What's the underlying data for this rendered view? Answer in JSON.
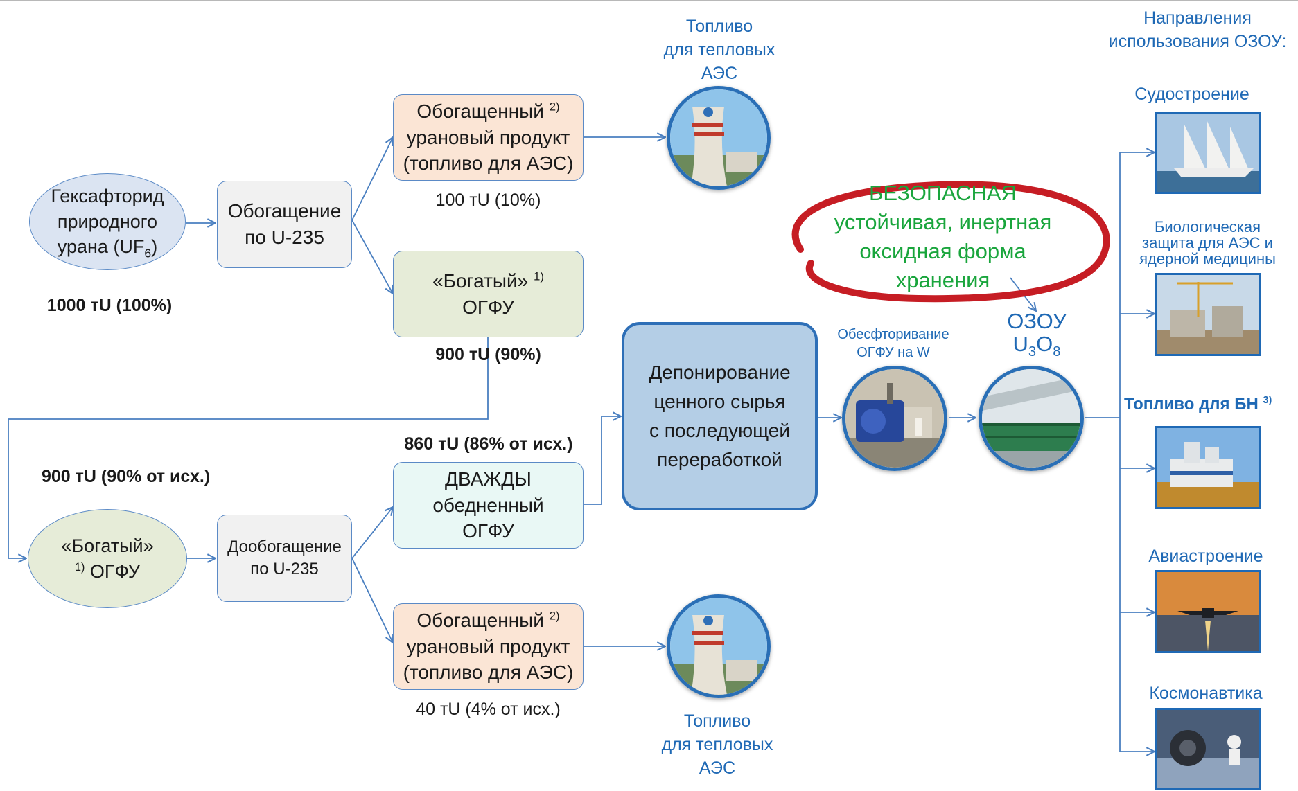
{
  "header": {
    "directions_title": "Направления использования ОЗОУ:"
  },
  "source": {
    "line1": "Гексафторид",
    "line2": "природного",
    "line3": "урана (UF",
    "sub": "6",
    "close": ")",
    "amount": "1000 тU  (100%)"
  },
  "enrich1": {
    "line1": "Обогащение",
    "line2": "по U-235"
  },
  "product1": {
    "line1": "Обогащенный",
    "sup": "2)",
    "line2": "урановый продукт",
    "line3": "(топливо для АЭС)",
    "amount": "100 тU (10%)"
  },
  "rich1": {
    "line1": "«Богатый»",
    "sup": "1)",
    "line2": "ОГФУ",
    "amount": "900 тU  (90%)"
  },
  "fuel_top": {
    "line1": "Топливо",
    "line2": "для тепловых",
    "line3": "АЭС"
  },
  "rich2": {
    "line1": "«Богатый»",
    "sup": "1)",
    "line2": "ОГФУ",
    "amount": "900 тU (90% от исх.)"
  },
  "enrich2": {
    "line1": "Дообогащение",
    "line2": "по U-235"
  },
  "depleted": {
    "line1": "ДВАЖДЫ",
    "line2": "обедненный",
    "line3": "ОГФУ",
    "amount": "860 тU (86% от исх.)"
  },
  "product2": {
    "line1": "Обогащенный",
    "sup": "2)",
    "line2": "урановый продукт",
    "line3": "(топливо для АЭС)",
    "amount": "40 тU (4% от исх.)"
  },
  "fuel_bottom": {
    "line1": "Топливо",
    "line2": "для тепловых",
    "line3": "АЭС"
  },
  "deposit": {
    "line1": "Депонирование",
    "line2": "ценного сырья",
    "line3": "с последующей",
    "line4": "переработкой"
  },
  "defluor": {
    "line1": "Обесфторивание",
    "line2": "ОГФУ на W"
  },
  "ozou": {
    "line1": "ОЗОУ",
    "formula_u": "U",
    "sub3": "3",
    "formula_o": "O",
    "sub8": "8"
  },
  "safe": {
    "line1": "БЕЗОПАСНАЯ",
    "line2": "устойчивая, инертная",
    "line3": "оксидная форма",
    "line4": "хранения"
  },
  "uses": {
    "shipbuilding": "Судостроение",
    "bio_line1": "Биологическая",
    "bio_line2": "защита для АЭС и",
    "bio_line3": "ядерной медицины",
    "fast_fuel": "Топливо для БН",
    "fast_sup": "3)",
    "aviation": "Авиастроение",
    "space": "Космонавтика"
  },
  "colors": {
    "arrow": "#4a7fc0",
    "accent_blue": "#1f69b5",
    "safe_green": "#19a53c",
    "safe_ring": "#c61d24"
  },
  "icons": [
    "npp-photo",
    "defluorination-plant-photo",
    "storage-warehouse-photo",
    "ship-photo",
    "construction-photo",
    "fast-reactor-photo",
    "airplane-photo",
    "astronaut-photo"
  ]
}
